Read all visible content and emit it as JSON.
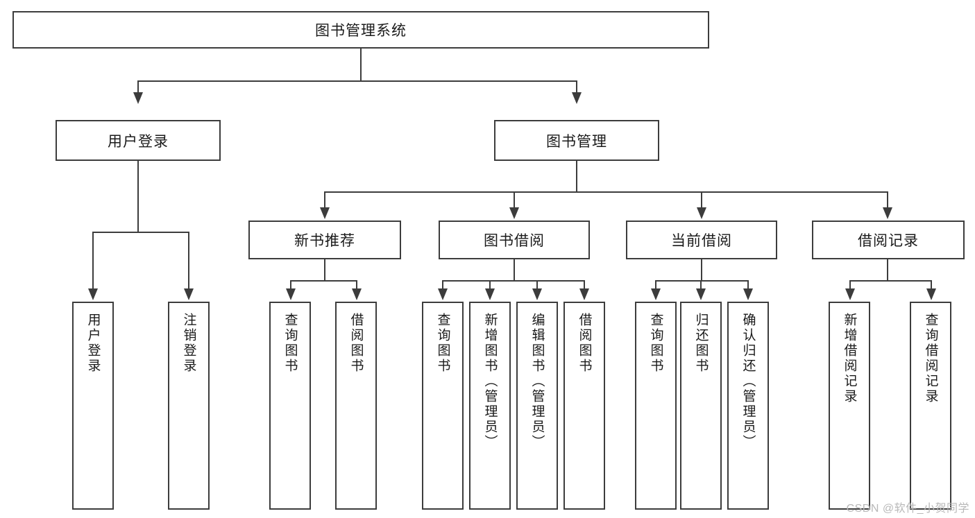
{
  "diagram": {
    "title": "图书管理系统",
    "type": "tree-hierarchy-diagram",
    "watermark": "CSDN @软件_小贺同学",
    "stroke_color": "#3c3c3c",
    "background_color": "#ffffff",
    "text_color": "#1a1a1a"
  },
  "root": {
    "label": "图书管理系统"
  },
  "level2": [
    {
      "label": "用户登录"
    },
    {
      "label": "图书管理"
    }
  ],
  "level3": [
    {
      "label": "新书推荐"
    },
    {
      "label": "图书借阅"
    },
    {
      "label": "当前借阅"
    },
    {
      "label": "借阅记录"
    }
  ],
  "leaves": {
    "user_login": [
      {
        "label": "用户登录"
      },
      {
        "label": "注销登录"
      }
    ],
    "new_book_recommend": [
      {
        "label": "查询图书"
      },
      {
        "label": "借阅图书"
      }
    ],
    "book_borrow": [
      {
        "label": "查询图书"
      },
      {
        "label": "新增图书（管理员）"
      },
      {
        "label": "编辑图书（管理员）"
      },
      {
        "label": "借阅图书"
      }
    ],
    "current_borrow": [
      {
        "label": "查询图书"
      },
      {
        "label": "归还图书"
      },
      {
        "label": "确认归还（管理员）"
      }
    ],
    "borrow_record": [
      {
        "label": "新增借阅记录"
      },
      {
        "label": "查询借阅记录"
      }
    ]
  }
}
